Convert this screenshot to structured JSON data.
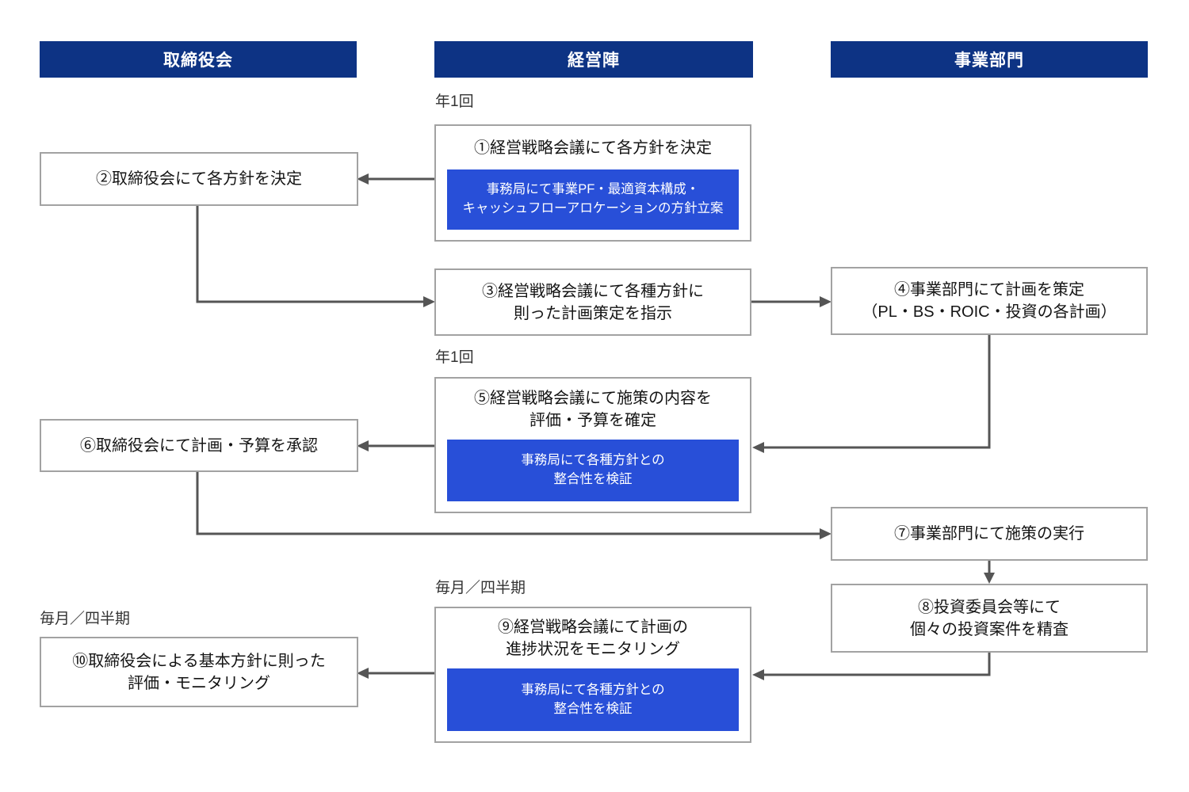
{
  "diagram": {
    "colors": {
      "header_bg": "#0d3384",
      "secretariat_bg": "#284fd8",
      "box_border": "#a2a2a2",
      "connector": "#555555"
    },
    "columns": [
      {
        "label": "取締役会"
      },
      {
        "label": "経営陣"
      },
      {
        "label": "事業部門"
      }
    ],
    "frequency_labels": {
      "f1": "年1回",
      "f2": "年1回",
      "f3": "毎月／四半期",
      "f4": "毎月／四半期"
    },
    "boxes": {
      "b1": {
        "title": "①経営戦略会議にて各方針を決定",
        "sub": "事務局にて事業PF・最適資本構成・\nキャッシュフローアロケーションの方針立案"
      },
      "b2": {
        "title": "②取締役会にて各方針を決定"
      },
      "b3": {
        "title": "③経営戦略会議にて各種方針に\n則った計画策定を指示"
      },
      "b4": {
        "title": "④事業部門にて計画を策定\n（PL・BS・ROIC・投資の各計画）"
      },
      "b5": {
        "title": "⑤経営戦略会議にて施策の内容を\n評価・予算を確定",
        "sub": "事務局にて各種方針との\n整合性を検証"
      },
      "b6": {
        "title": "⑥取締役会にて計画・予算を承認"
      },
      "b7": {
        "title": "⑦事業部門にて施策の実行"
      },
      "b8": {
        "title": "⑧投資委員会等にて\n個々の投資案件を精査"
      },
      "b9": {
        "title": "⑨経営戦略会議にて計画の\n進捗状況をモニタリング",
        "sub": "事務局にて各種方針との\n整合性を検証"
      },
      "b10": {
        "title": "⑩取締役会による基本方針に則った\n評価・モニタリング"
      }
    }
  }
}
